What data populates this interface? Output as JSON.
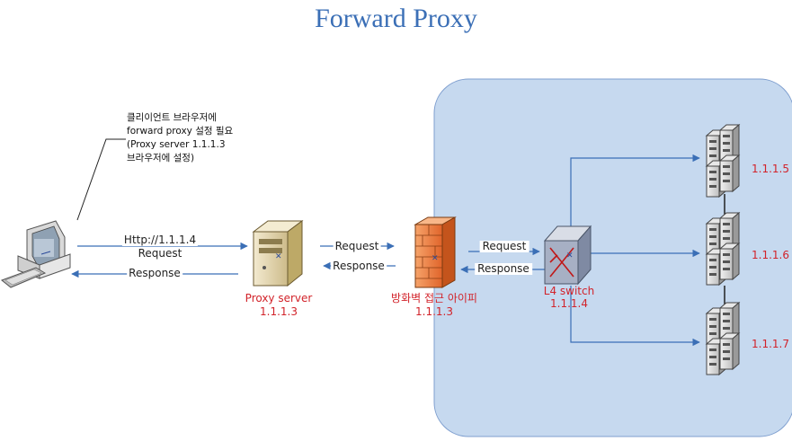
{
  "title": "Forward Proxy",
  "client_note": {
    "line1": "클리이언트 브라우저에",
    "line2": "forward proxy 설정 필요",
    "line3": "(Proxy server 1.1.1.3",
    "line4": "브라우저에 설정)"
  },
  "links": {
    "client_url": "Http://1.1.1.4",
    "client_request": "Request",
    "client_response": "Response",
    "proxy_request": "Request",
    "proxy_response": "Response",
    "fw_request": "Request",
    "fw_response": "Response"
  },
  "nodes": {
    "proxy_name": "Proxy server",
    "proxy_ip": "1.1.1.3",
    "firewall_name": "방화벽 접근 아이피",
    "firewall_ip": "1.1.1.3",
    "switch_name": "L4 switch",
    "switch_ip": "1.1.1.4"
  },
  "servers": [
    {
      "ip": "1.1.1.5"
    },
    {
      "ip": "1.1.1.6"
    },
    {
      "ip": "1.1.1.7"
    }
  ],
  "colors": {
    "region_fill": "#c6d9ef",
    "arrow": "#3b6fb6",
    "label_red": "#d2232a",
    "title": "#3b6fb6"
  }
}
